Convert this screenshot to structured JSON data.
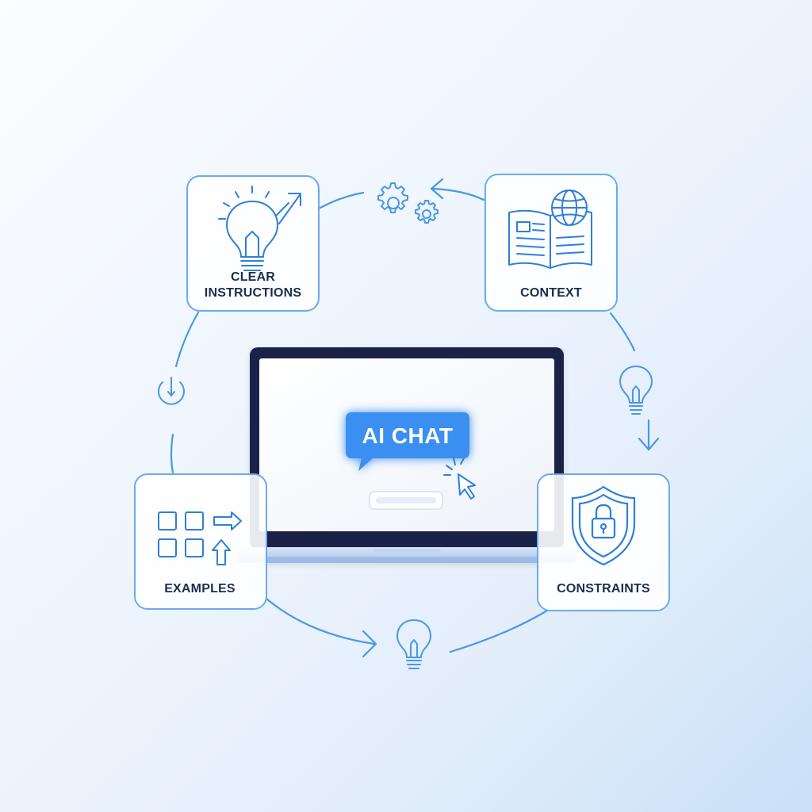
{
  "diagram": {
    "center": {
      "chat_badge": "AI CHAT"
    },
    "nodes": {
      "clear_instructions": {
        "label_line1": "CLEAR",
        "label_line2": "INSTRUCTIONS"
      },
      "context": {
        "label": "CONTEXT"
      },
      "constraints": {
        "label": "CONSTRAINTS"
      },
      "examples": {
        "label": "EXAMPLES"
      }
    },
    "colors": {
      "accent": "#4a97e6",
      "accent_dark": "#2f7fd9",
      "text": "#1d2d4d",
      "screen_frame": "#1c2346",
      "chat_badge": "#3a8ff0"
    },
    "icons": [
      "lightbulb-arrow-icon",
      "book-globe-icon",
      "shield-lock-icon",
      "grid-arrows-icon",
      "gears-icon",
      "lightbulb-icon",
      "power-icon",
      "cursor-click-icon"
    ]
  }
}
